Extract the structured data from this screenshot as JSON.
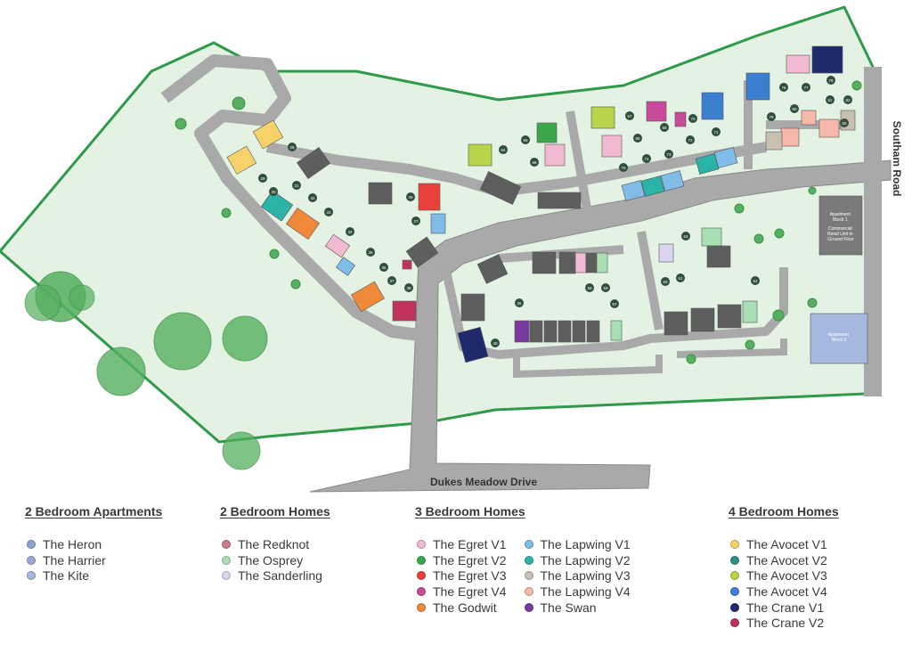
{
  "map": {
    "roads": {
      "dukes_meadow": "Dukes Meadow Drive",
      "southam": "Southam Road"
    },
    "buildings": {
      "apartment_block_1": [
        "Apartment",
        "Block 1",
        "Commercial",
        "Retail Unit to",
        "Ground Floor"
      ],
      "apartment_block_2": [
        "Apartment",
        "Block 2"
      ]
    },
    "plot_numbers": [
      "28",
      "29",
      "30",
      "31",
      "32",
      "33",
      "34",
      "35",
      "36",
      "37",
      "38",
      "39",
      "27",
      "26",
      "40",
      "57",
      "58",
      "59",
      "60",
      "61",
      "62",
      "63",
      "64",
      "65",
      "66",
      "67",
      "68",
      "69",
      "70",
      "71",
      "72",
      "73",
      "74",
      "75",
      "76",
      "77",
      "78",
      "79",
      "80",
      "81",
      "82",
      "83",
      "84",
      "85",
      "86",
      "87",
      "88",
      "89",
      "90"
    ]
  },
  "legend": {
    "groups": [
      {
        "heading": "2 Bedroom Apartments",
        "columns": [
          [
            {
              "label": "The Heron",
              "color": "#8da3cf"
            },
            {
              "label": "The Harrier",
              "color": "#9aa9d6"
            },
            {
              "label": "The Kite",
              "color": "#a6b8e0"
            }
          ]
        ]
      },
      {
        "heading": "2 Bedroom Homes",
        "columns": [
          [
            {
              "label": "The Redknot",
              "color": "#c97a8b"
            },
            {
              "label": "The Osprey",
              "color": "#a8dfb3"
            },
            {
              "label": "The Sanderling",
              "color": "#ddd4ef"
            }
          ]
        ]
      },
      {
        "heading": "3 Bedroom Homes",
        "columns": [
          [
            {
              "label": "The Egret V1",
              "color": "#f2b9d3"
            },
            {
              "label": "The Egret V2",
              "color": "#3aa84a"
            },
            {
              "label": "The Egret V3",
              "color": "#e8423a"
            },
            {
              "label": "The Egret V4",
              "color": "#c94a9a"
            },
            {
              "label": "The Godwit",
              "color": "#f08a3a"
            }
          ],
          [
            {
              "label": "The Lapwing V1",
              "color": "#7fbce8"
            },
            {
              "label": "The Lapwing V2",
              "color": "#2bb3a8"
            },
            {
              "label": "The Lapwing V3",
              "color": "#c8c1b2"
            },
            {
              "label": "The Lapwing V4",
              "color": "#f6b8a8"
            },
            {
              "label": "The Swan",
              "color": "#7a3aa0"
            }
          ]
        ]
      },
      {
        "heading": "4 Bedroom Homes",
        "columns": [
          [
            {
              "label": "The Avocet V1",
              "color": "#f5d36a"
            },
            {
              "label": "The Avocet V2",
              "color": "#2e8f86"
            },
            {
              "label": "The Avocet V3",
              "color": "#b8d44a"
            },
            {
              "label": "The Avocet V4",
              "color": "#3a7fd0"
            },
            {
              "label": "The Crane V1",
              "color": "#1e2a6a"
            },
            {
              "label": "The Crane V2",
              "color": "#c0335a"
            }
          ]
        ]
      }
    ]
  },
  "colors": {
    "site_fill": "#e3f2e2",
    "boundary": "#2e9a4a",
    "road": "#a9a9a9",
    "road_edge": "#8a8a8a",
    "house_dark": "#5e5e5e",
    "tree": "#55b060"
  }
}
